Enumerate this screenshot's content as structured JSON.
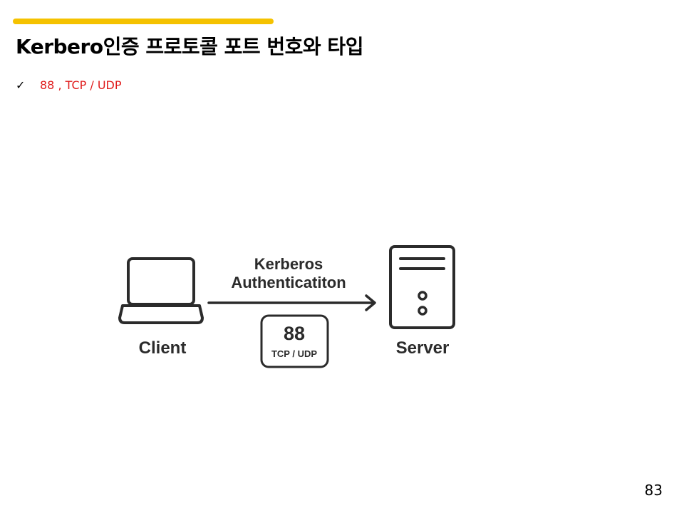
{
  "slide": {
    "title": "Kerbero인증 프로토콜 포트 번호와 타입",
    "bullet": {
      "icon": "checkmark-icon",
      "text": "88 , TCP / UDP"
    },
    "page_number": "83"
  },
  "diagram": {
    "client": {
      "icon": "laptop-icon",
      "label": "Client"
    },
    "server": {
      "icon": "server-icon",
      "label": "Server"
    },
    "connection": {
      "icon": "arrow-right-icon",
      "label_line1": "Kerberos",
      "label_line2": "Authenticatiton"
    },
    "port_box": {
      "port": "88",
      "protocol": "TCP / UDP"
    }
  },
  "colors": {
    "accent": "#f5c200",
    "highlight_text": "#e01b1b",
    "diagram_stroke": "#2b2b2b"
  }
}
